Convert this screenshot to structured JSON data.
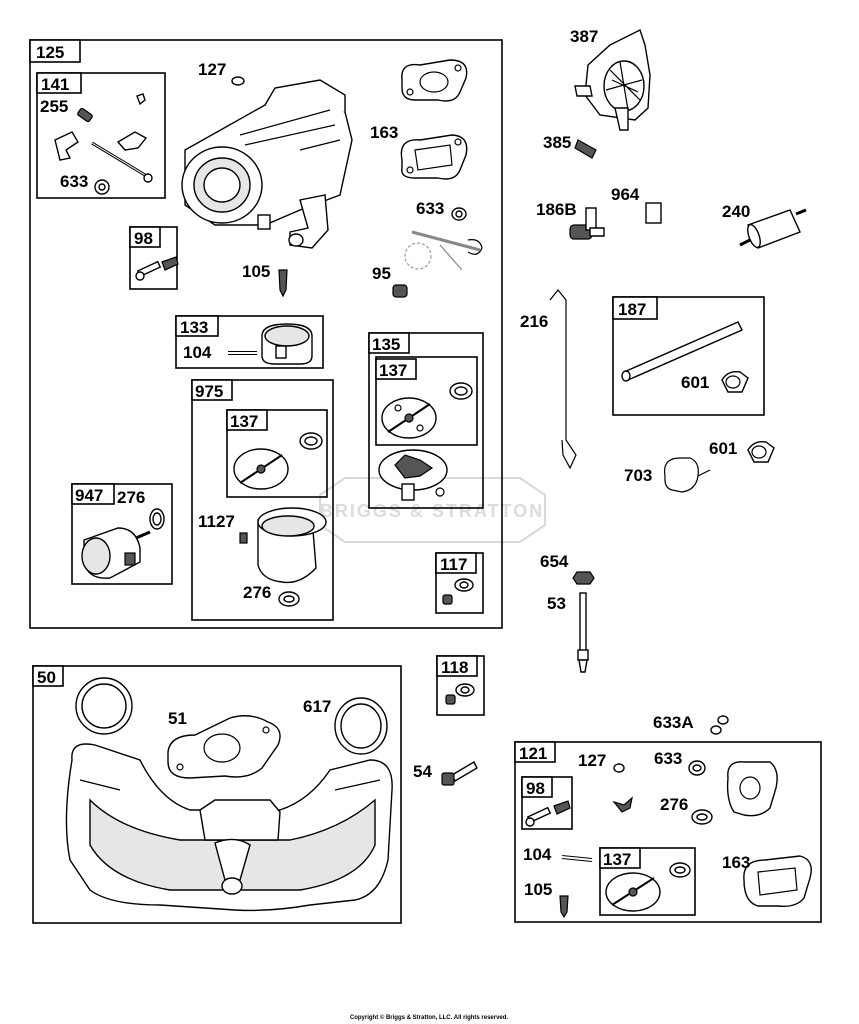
{
  "watermark": "BRIGGS & STRATTON",
  "copyright": "Copyright © Briggs & Stratton, LLC. All rights reserved.",
  "groups": {
    "g125": "125",
    "g141": "141",
    "g98a": "98",
    "g133": "133",
    "g135": "135",
    "g137a": "137",
    "g975": "975",
    "g137b": "137",
    "g947": "947",
    "g117": "117",
    "g187": "187",
    "g50": "50",
    "g118": "118",
    "g121": "121",
    "g98b": "98",
    "g137c": "137"
  },
  "labels": {
    "l127a": "127",
    "l255": "255",
    "l633a": "633",
    "l163a": "163",
    "l633b": "633",
    "l105a": "105",
    "l95": "95",
    "l104a": "104",
    "l1127": "1127",
    "l276a": "276",
    "l276b": "276",
    "l387": "387",
    "l385": "385",
    "l186b": "186B",
    "l964": "964",
    "l240": "240",
    "l216": "216",
    "l601a": "601",
    "l601b": "601",
    "l703": "703",
    "l654": "654",
    "l53": "53",
    "l51": "51",
    "l617": "617",
    "l54": "54",
    "l633A": "633A",
    "l127b": "127",
    "l633c": "633",
    "l276c": "276",
    "l104b": "104",
    "l105b": "105",
    "l163b": "163"
  }
}
